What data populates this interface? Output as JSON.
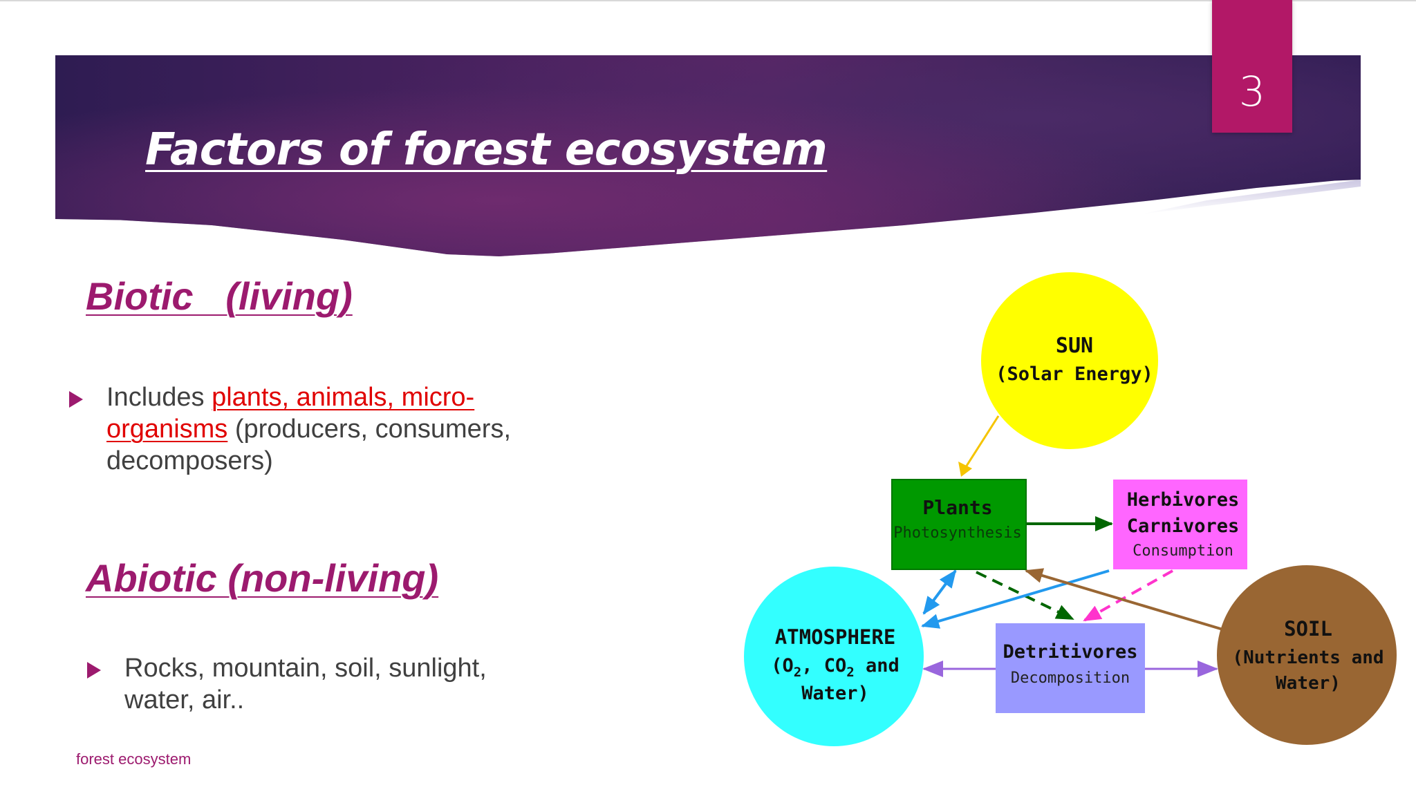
{
  "slide": {
    "number": "3",
    "title": "Factors of forest ecosystem",
    "footer": "forest ecosystem"
  },
  "biotic": {
    "heading": "Biotic   (living)",
    "text_before": "Includes ",
    "highlight_line1": "plants, animals, micro-",
    "highlight_line2": "organisms",
    "text_after_line2": " (producers, consumers,",
    "text_line3": "decomposers)"
  },
  "abiotic": {
    "heading": "Abiotic (non-living)",
    "line1": "Rocks, mountain, soil, sunlight,",
    "line2": "water, air.."
  },
  "diagram": {
    "sun": {
      "line1": "SUN",
      "line2": "(Solar Energy)",
      "color": "#ffff00"
    },
    "plants": {
      "title": "Plants",
      "sub": "Photosynthesis",
      "color": "#009900"
    },
    "consumers": {
      "line1": "Herbivores",
      "line2": "Carnivores",
      "sub": "Consumption",
      "color": "#ff66ff"
    },
    "atmosphere": {
      "line1": "ATMOSPHERE",
      "line2_pre": "(O",
      "sub2a": "2",
      "line2_mid": ", CO",
      "sub2b": "2",
      "line2_post": " and",
      "line3": "Water)",
      "color": "#33ffff"
    },
    "detritivores": {
      "title": "Detritivores",
      "sub": "Decomposition",
      "color": "#9999ff"
    },
    "soil": {
      "line1": "SOIL",
      "line2": "(Nutrients and",
      "line3": "Water)",
      "color": "#996633"
    }
  }
}
